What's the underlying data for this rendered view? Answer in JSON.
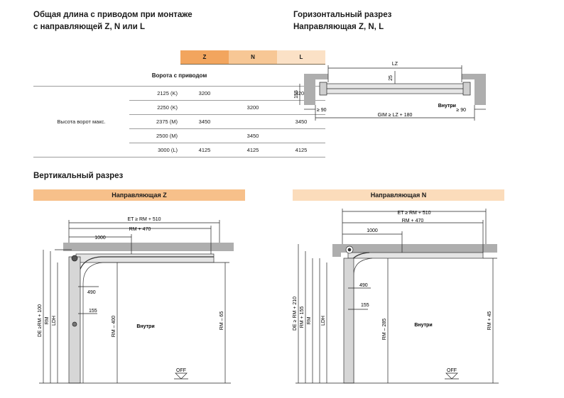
{
  "title_left": [
    "Общая длина с приводом при монтаже",
    "с направляющей Z, N или L"
  ],
  "title_right": [
    "Горизонтальный разрез",
    "Направляющая Z, N, L"
  ],
  "vertical_title": "Вертикальный разрез",
  "table": {
    "columns": [
      "Z",
      "N",
      "L"
    ],
    "caption": "Ворота с приводом",
    "row_label": "Высота ворот макс.",
    "rows": [
      {
        "size": "2125 (K)",
        "z": "3200",
        "n": "",
        "l": "3200"
      },
      {
        "size": "2250 (K)",
        "z": "",
        "n": "3200",
        "l": ""
      },
      {
        "size": "2375 (M)",
        "z": "3450",
        "n": "",
        "l": "3450"
      },
      {
        "size": "2500 (M)",
        "z": "",
        "n": "3450",
        "l": ""
      },
      {
        "size": "3000 (L)",
        "z": "4125",
        "n": "4125",
        "l": "4125"
      }
    ]
  },
  "horizontal": {
    "lz": "LZ",
    "d25": "25",
    "d155": "155",
    "d90_left": "≥ 90",
    "d90_right": "≥ 90",
    "gim": "GIM ≥ LZ + 180",
    "inside": "Внутри"
  },
  "section_z": {
    "header": "Направляющая Z",
    "et": "ET ≥ RM + 510",
    "rm470": "RM + 470",
    "d1000": "1000",
    "d490": "490",
    "d155": "155",
    "de": "DE ≥RM + 100",
    "rm": "RM",
    "ldh": "LDH",
    "rm_minus": "RM – 400",
    "rm_right": "RM – 65",
    "inside": "Внутри",
    "off": "OFF"
  },
  "section_n": {
    "header": "Направляющая N",
    "et": "ET ≥ RM + 510",
    "rm470": "RM + 470",
    "d1000": "1000",
    "d490": "490",
    "d155": "155",
    "de": "DE ≥ RM + 210",
    "rm155": "RM + 155",
    "rm": "RM",
    "ldh": "LDH",
    "rm_minus": "RM – 285",
    "rm_right": "RM + 45",
    "inside": "Внутри",
    "off": "OFF"
  },
  "colors": {
    "z_header": "#f7c08a",
    "n_header": "#fbdcbb",
    "wall": "#aeaeae"
  }
}
